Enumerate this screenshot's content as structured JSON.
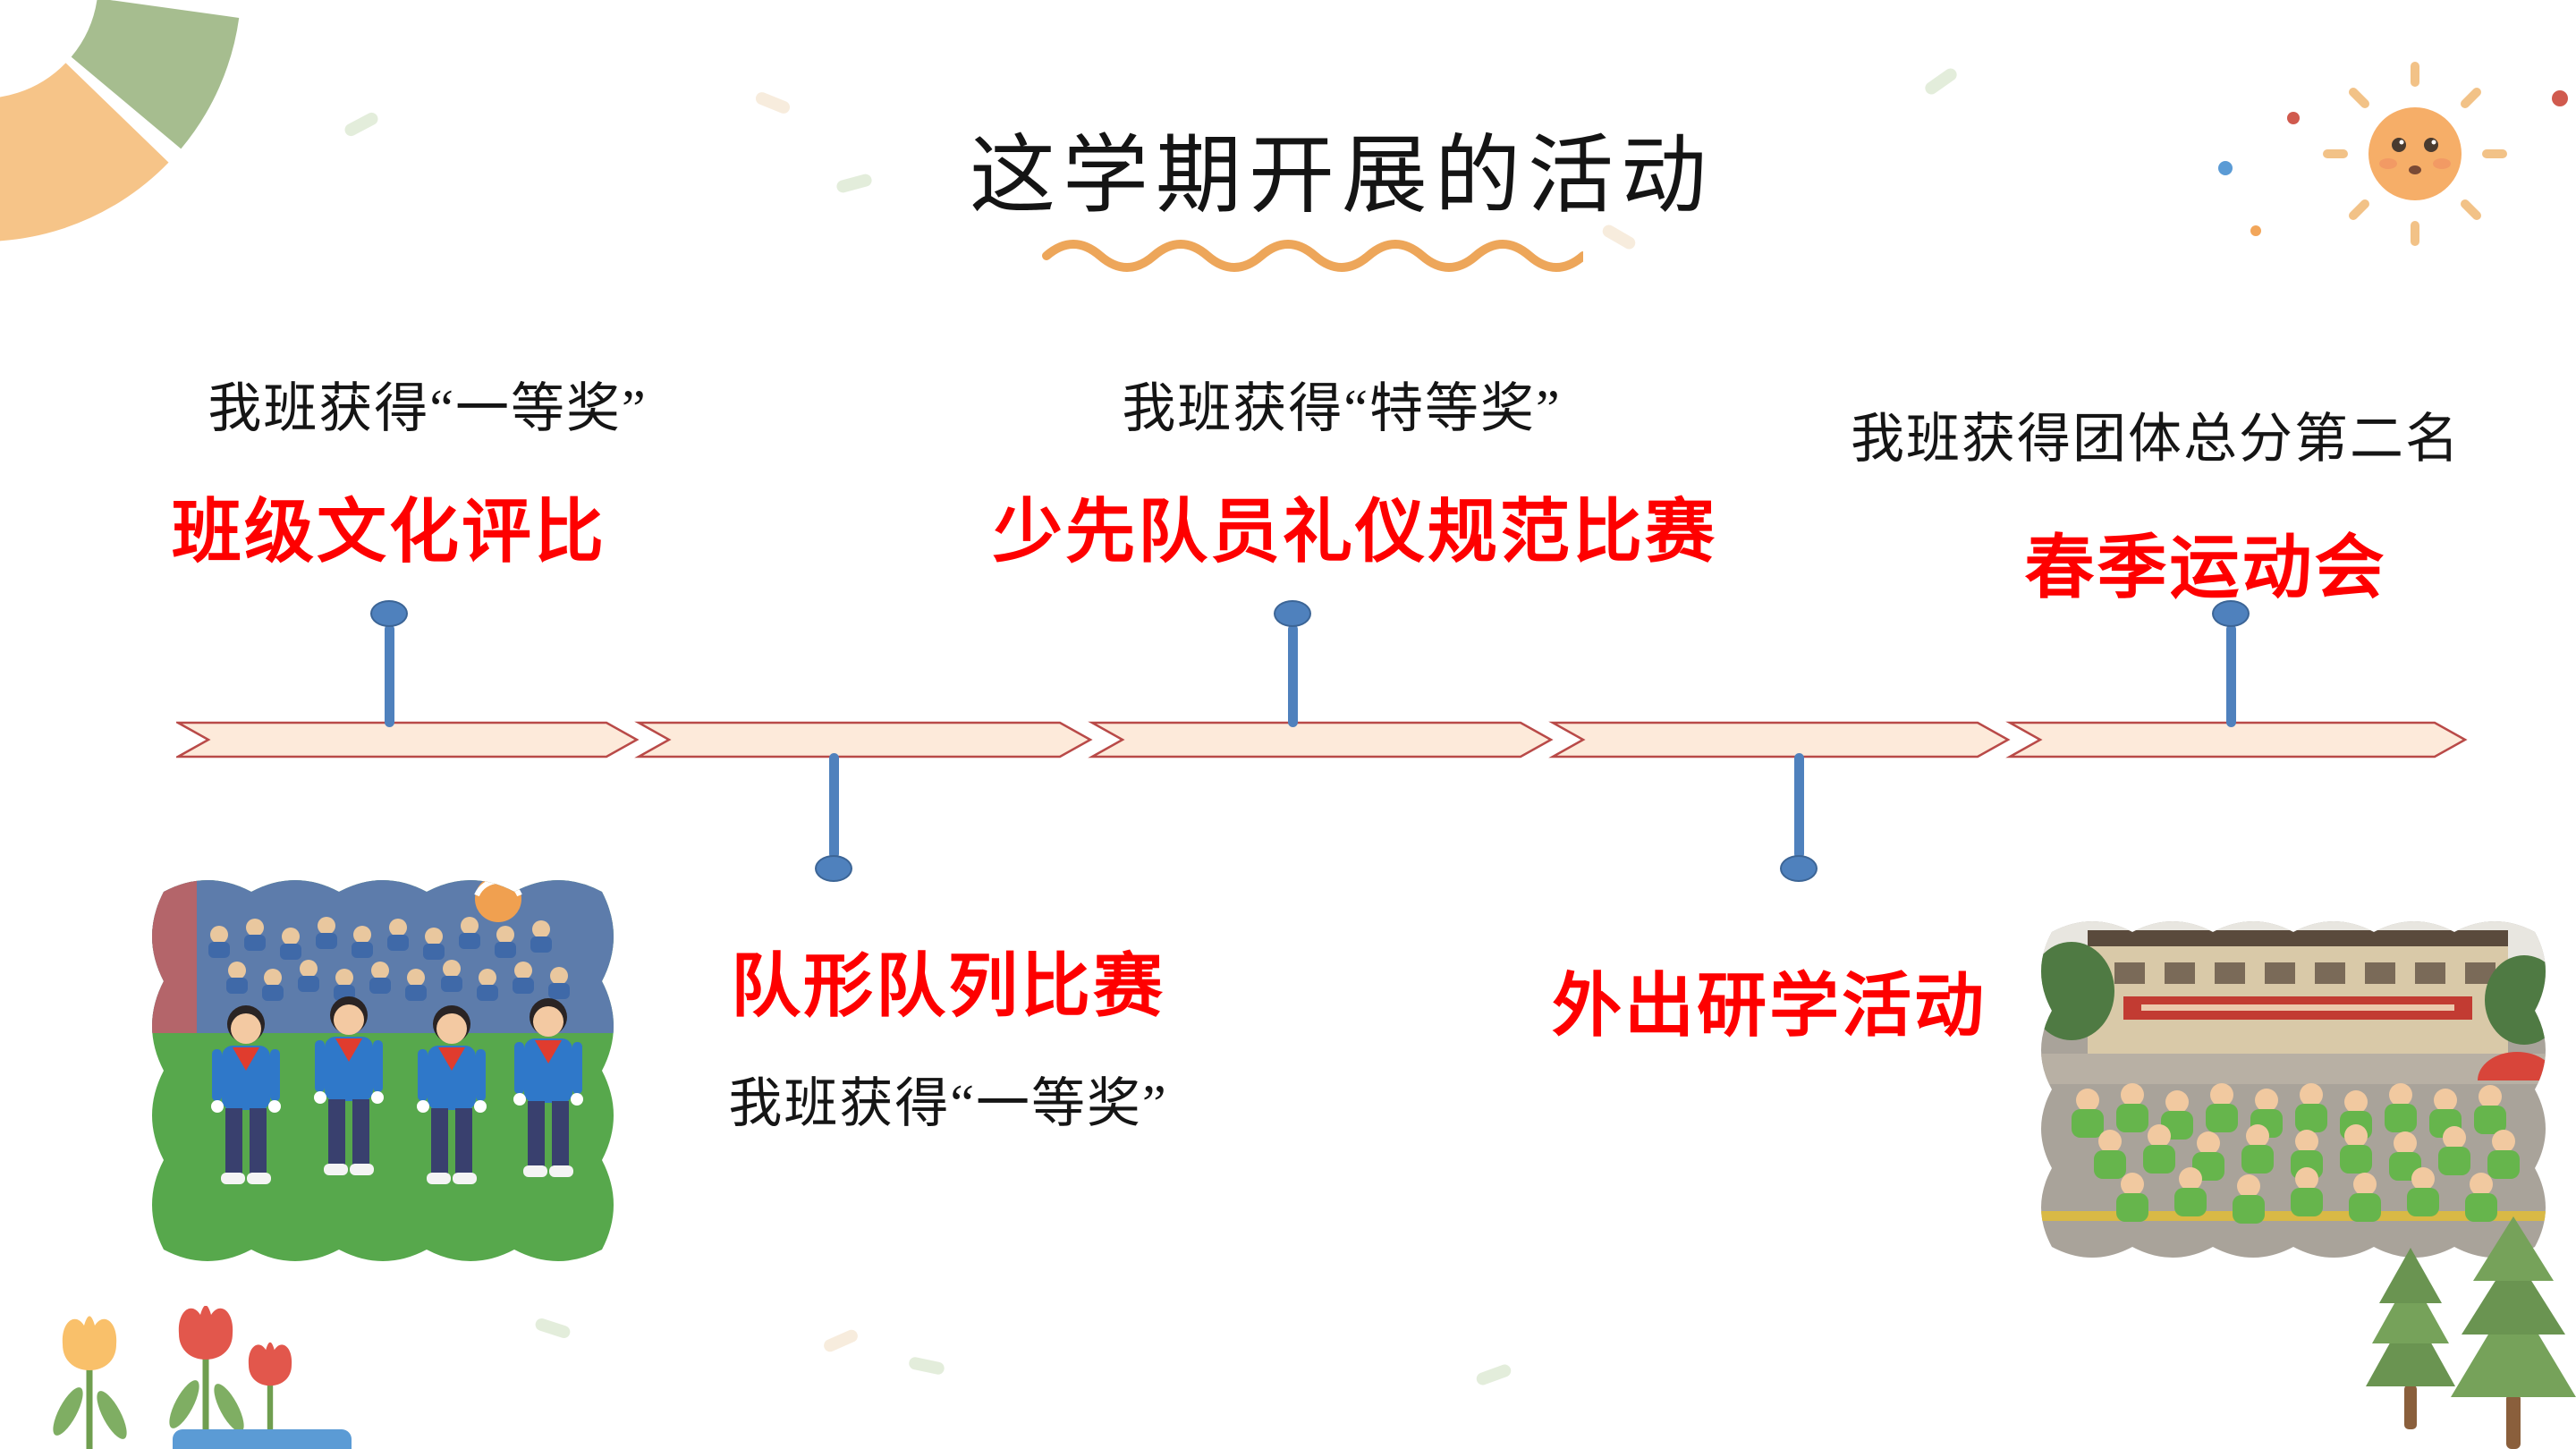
{
  "title": "这学期开展的活动",
  "timeline": {
    "events": [
      {
        "name": "班级文化评比",
        "award": "我班获得“一等奖”",
        "side": "above"
      },
      {
        "name": "队形队列比赛",
        "award": "我班获得“一等奖”",
        "side": "below"
      },
      {
        "name": "少先队员礼仪规范比赛",
        "award": "我班获得“特等奖”",
        "side": "above"
      },
      {
        "name": "外出研学活动",
        "side": "below"
      },
      {
        "name": "春季运动会",
        "award": "我班获得团体总分第二名",
        "side": "above"
      }
    ],
    "segment_count": 5
  },
  "photos": [
    {
      "name": "students-marching-photo"
    },
    {
      "name": "field-trip-group-photo"
    }
  ],
  "colors": {
    "event_name_red": "#fe0000",
    "award_text_black": "#151515",
    "timeline_fill": "#fdeada",
    "timeline_border": "#b94a48",
    "pin_blue": "#4f81bd",
    "underline_orange": "#eda65a",
    "decor_green": "#a6bd8f",
    "decor_orange": "#f6c488",
    "sun_orange": "#f6ae68"
  },
  "icons": [
    {
      "name": "sun-icon"
    },
    {
      "name": "corner-arc-decoration"
    },
    {
      "name": "tulip-icon"
    },
    {
      "name": "pine-tree-icon"
    },
    {
      "name": "wavy-underline"
    }
  ]
}
